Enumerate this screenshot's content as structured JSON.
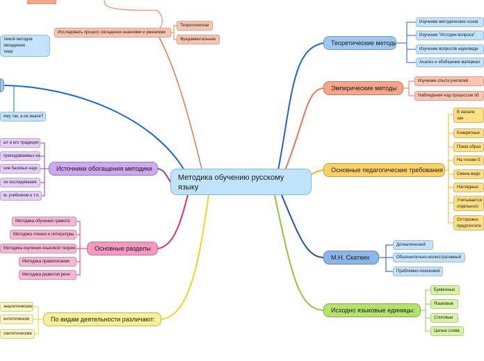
{
  "central": {
    "title": "Методика обучению русскому языку"
  },
  "branches": {
    "theoretical": {
      "label": "Теоретические методы",
      "items": [
        "Изучение методических основ",
        "Изучение \"Истории вопроса\"",
        "Изучение вопросов науковеде",
        "Анализ и обобщение материал"
      ]
    },
    "empirical": {
      "label": "Эмпирические методы",
      "items": [
        "Изучение опыта учителей",
        "Наблюдения над процессом об"
      ]
    },
    "requirements": {
      "label": "Основные педагогические требования",
      "items": [
        "В начале зан\nпроверить ч",
        "Конкретные",
        "Показ образ",
        "На чтении б",
        "Смена видо",
        "Наглядные",
        "Учитывается\nотдельного",
        "Осторожно\nпредпочтите"
      ]
    },
    "skatkin": {
      "label": "М.Н. Скаткин",
      "items": [
        "Догматический",
        "Объяснительно-иллюстративный",
        "Проблемно-поисковой"
      ]
    },
    "units": {
      "label": "Исходно языковые единицы:",
      "items": [
        "Буквенные",
        "Языковые",
        "Слоговые",
        "Целые слова"
      ]
    },
    "sections": {
      "label": "Основные разделы",
      "items": [
        "Методика обучения грамоте",
        "Методика чтения и литературы",
        "Методика изучения языковой теории",
        "Методика правописания",
        "Методика развития речи"
      ]
    },
    "sources": {
      "label": "Источники обогащения методики",
      "items": [
        "ыт и его традиции",
        "преподаваемых наук",
        "ние базовых наук",
        "ое исследования",
        "м, учебников и т.п."
      ]
    },
    "activity": {
      "label": "По видам деятельности различают:",
      "items": [
        "аналитические",
        "ентетические",
        "синтетическмe"
      ]
    },
    "research": {
      "label": "Исследовать процесс овладения знаниями и умениями",
      "items": [
        "Теоретическая",
        "Фундаментальная"
      ]
    },
    "topleft": {
      "note": "темой методов\n овладению\nтема",
      "why": "ему так, а не иначе?"
    }
  },
  "colors": {
    "blue": "#1a66c9",
    "salmon": "#e8734f",
    "orange": "#f5b21b",
    "navy": "#1e4fa0",
    "green": "#8cc63f",
    "pink": "#e0287a",
    "violet": "#8a3fb0",
    "yellow": "#e8d820"
  }
}
